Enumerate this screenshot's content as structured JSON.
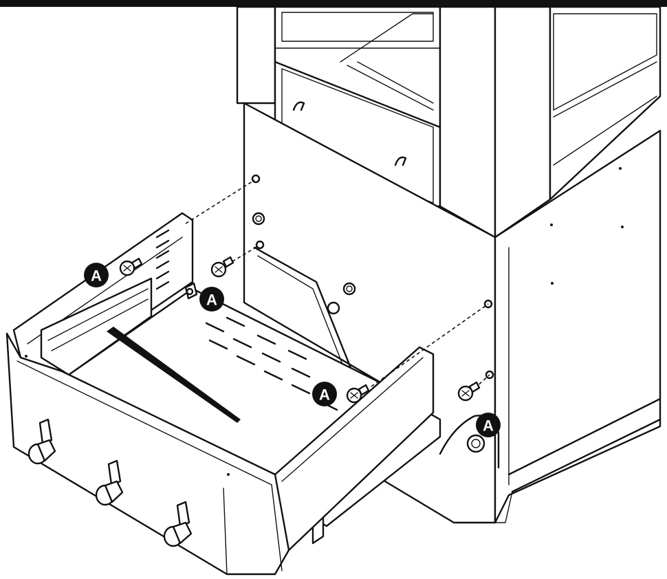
{
  "diagram": {
    "callouts": [
      {
        "id": "screw-top-left",
        "label": "A"
      },
      {
        "id": "screw-bracket",
        "label": "A"
      },
      {
        "id": "screw-front-right",
        "label": "A"
      },
      {
        "id": "screw-cabinet-right",
        "label": "A"
      }
    ],
    "colors": {
      "ink": "#111111",
      "paper": "#ffffff"
    }
  }
}
